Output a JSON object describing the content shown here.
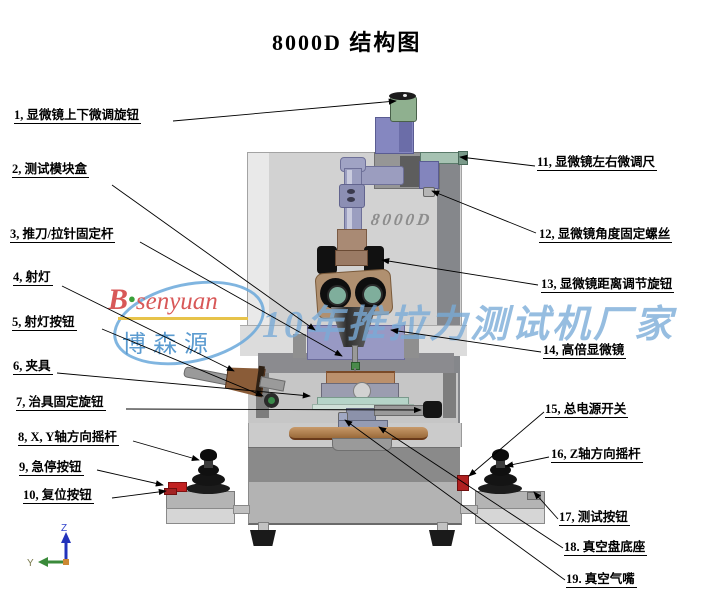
{
  "title": "8000D 结构图",
  "machine": {
    "model_mark": "8000D"
  },
  "watermark": {
    "brand_initial": "B",
    "brand_dot": "●",
    "brand_rest": "senyuan",
    "brand_cn": "博森源",
    "tagline": "10年推拉力测试机厂家",
    "accent_blue": "#6aa8db",
    "brand_red": "#d85858",
    "gold_line": "#e7c34a"
  },
  "axis": {
    "z_label": "Z",
    "y_label": "Y",
    "z_color": "#2233bb",
    "y_color": "#3a8a3a"
  },
  "labels": [
    {
      "id": "1",
      "text": "1, 显微镜上下微调旋钮",
      "target": "microscope-updown-knob"
    },
    {
      "id": "2",
      "text": "2, 测试模块盒",
      "target": "test-module-box"
    },
    {
      "id": "3",
      "text": "3, 推刀/拉针固定杆",
      "target": "probe-fixing-rod"
    },
    {
      "id": "4",
      "text": "4, 射灯",
      "target": "spotlight"
    },
    {
      "id": "5",
      "text": "5, 射灯按钮",
      "target": "spotlight-button"
    },
    {
      "id": "6",
      "text": "6, 夹具",
      "target": "clamp"
    },
    {
      "id": "7",
      "text": "7, 治具固定旋钮",
      "target": "fixture-lock-knob"
    },
    {
      "id": "8",
      "text": "8, X, Y轴方向摇杆",
      "target": "xy-joystick"
    },
    {
      "id": "9",
      "text": "9, 急停按钮",
      "target": "emergency-stop-button"
    },
    {
      "id": "10",
      "text": "10, 复位按钮",
      "target": "reset-button"
    },
    {
      "id": "11",
      "text": "11, 显微镜左右微调尺",
      "target": "microscope-leftright-ruler"
    },
    {
      "id": "12",
      "text": "12, 显微镜角度固定螺丝",
      "target": "microscope-angle-screw"
    },
    {
      "id": "13",
      "text": "13, 显微镜距离调节旋钮",
      "target": "microscope-distance-knob"
    },
    {
      "id": "14",
      "text": "14, 高倍显微镜",
      "target": "high-power-microscope"
    },
    {
      "id": "15",
      "text": "15, 总电源开关",
      "target": "main-power-switch"
    },
    {
      "id": "16",
      "text": "16, Z轴方向摇杆",
      "target": "z-joystick"
    },
    {
      "id": "17",
      "text": "17, 测试按钮",
      "target": "test-button"
    },
    {
      "id": "18",
      "text": "18. 真空盘底座",
      "target": "vacuum-plate-base"
    },
    {
      "id": "19",
      "text": "19. 真空气嘴",
      "target": "vacuum-air-nozzle"
    }
  ]
}
